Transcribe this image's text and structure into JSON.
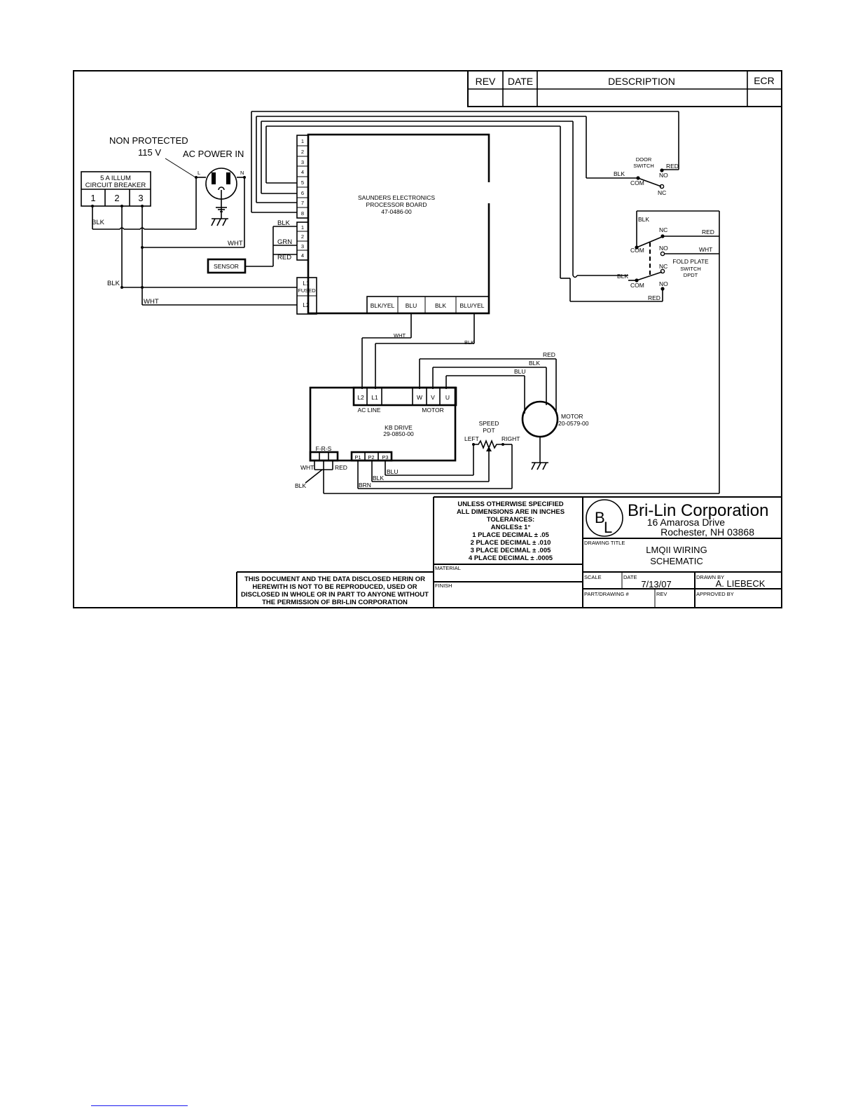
{
  "revision_block": {
    "rev_header": "REV",
    "date_header": "DATE",
    "description_header": "DESCRIPTION",
    "ecr_header": "ECR"
  },
  "power": {
    "non_protected": "NON PROTECTED",
    "voltage": "115 V",
    "ac_power_in": "AC POWER IN",
    "l_label": "L",
    "n_label": "N"
  },
  "breaker": {
    "line1": "5 A ILLUM",
    "line2": "CIRCUIT BREAKER",
    "terminals": [
      "1",
      "2",
      "3"
    ]
  },
  "processor_board": {
    "line1": "SAUNDERS ELECTRONICS",
    "line2": "PROCESSOR BOARD",
    "part": "47-0486-00",
    "top_pins": [
      "1",
      "2",
      "3",
      "4",
      "5",
      "6",
      "7",
      "8"
    ],
    "sensor_pins": [
      "1",
      "2",
      "3",
      "4"
    ],
    "l1_top": "L1",
    "l1_bottom": "FUSED",
    "l2": "L2",
    "bottom_terminals": [
      "BLK/YEL",
      "BLU",
      "BLK",
      "BLU/YEL"
    ]
  },
  "sensor": {
    "label": "SENSOR",
    "wires": [
      "BLK",
      "GRN",
      "RED"
    ]
  },
  "wire_labels": {
    "blk_breaker": "BLK",
    "wht_outlet": "WHT",
    "blk_l1": "BLK",
    "wht_l2": "WHT",
    "wht_drive": "WHT",
    "blk_drive": "BLK",
    "red_motor": "RED",
    "blk_motor": "BLK",
    "blu_motor": "BLU"
  },
  "door_switch": {
    "line1": "DOOR",
    "line2": "SWITCH",
    "blk": "BLK",
    "com": "COM",
    "no": "NO",
    "nc": "NC",
    "red": "RED"
  },
  "fold_plate_switch": {
    "line1": "FOLD PLATE",
    "line2": "SWITCH",
    "line3": "DPDT",
    "blk_top": "BLK",
    "nc_top": "NC",
    "red_top": "RED",
    "com_top": "COM",
    "no_top": "NO",
    "wht": "WHT",
    "blk_bottom": "BLK",
    "nc_bottom": "NC",
    "com_bottom": "COM",
    "no_bottom": "NO",
    "red_bottom": "RED"
  },
  "kb_drive": {
    "name": "KB DRIVE",
    "part": "29-0850-00",
    "ac_line_terminals": [
      "L2",
      "L1"
    ],
    "ac_line_label": "AC LINE",
    "motor_terminals": [
      "W",
      "V",
      "U"
    ],
    "motor_label": "MOTOR",
    "frs_label": "F-R-S",
    "pot_terminals": [
      "P1",
      "P2",
      "P3"
    ],
    "frs_wht": "WHT",
    "frs_red": "RED",
    "frs_blk": "BLK",
    "pot_blu": "BLU",
    "pot_blk": "BLK",
    "pot_brn": "BRN"
  },
  "speed_pot": {
    "line1": "SPEED",
    "line2": "POT",
    "left": "LEFT",
    "right": "RIGHT"
  },
  "motor": {
    "label": "MOTOR",
    "part": "20-0579-00"
  },
  "tolerances": {
    "lines": [
      "UNLESS OTHERWISE SPECIFIED",
      "ALL DIMENSIONS ARE IN INCHES",
      "TOLERANCES:",
      "ANGLES± 1°",
      "1 PLACE DECIMAL ± .05",
      "2 PLACE DECIMAL ± .010",
      "3 PLACE DECIMAL ± .005",
      "4 PLACE DECIMAL ± .0005"
    ]
  },
  "notice": {
    "lines": [
      "THIS DOCUMENT AND THE DATA DISCLOSED HERIN OR",
      "HEREWITH IS NOT TO BE REPRODUCED, USED OR",
      "DISCLOSED IN WHOLE OR IN PART TO ANYONE WITHOUT",
      "THE PERMISSION OF BRI-LIN CORPORATION"
    ]
  },
  "title_block": {
    "logo_b": "B",
    "logo_l": "L",
    "company": "Bri-Lin Corporation",
    "address1": "16 Amarosa Drive",
    "address2": "Rochester, NH 03868",
    "material_label": "MATERIAL",
    "finish_label": "FINISH",
    "drawing_title_label": "DRAWING TITLE",
    "drawing_title_1": "LMQII WIRING",
    "drawing_title_2": "SCHEMATIC",
    "scale_label": "SCALE",
    "date_label": "DATE",
    "date_value": "7/13/07",
    "drawn_by_label": "DRAWN BY",
    "drawn_by_value": "A. LIEBECK",
    "part_drawing_label": "PART/DRAWING #",
    "rev_label": "REV",
    "approved_by_label": "APPROVED BY"
  }
}
